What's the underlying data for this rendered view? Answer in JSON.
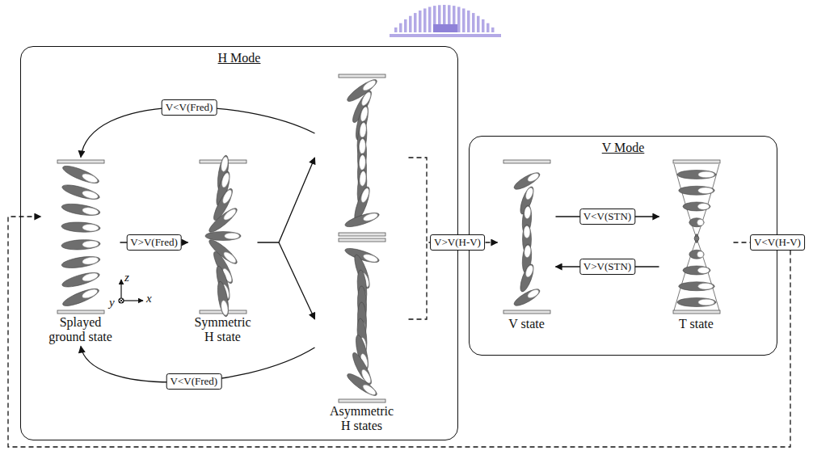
{
  "diagram": {
    "nodes": [
      {
        "text": [
          "H Mode"
        ]
      },
      {
        "text": [
          "Splayed ground state"
        ],
        "in": 0
      },
      {
        "text": [
          "Symmetric H state"
        ],
        "in": 0
      },
      {
        "text": [
          "Asymmetric H states"
        ],
        "in": 0
      },
      {
        "text": [
          "V Mode"
        ]
      },
      {
        "text": [
          "V state"
        ],
        "in": 4
      },
      {
        "text": [
          "T state"
        ],
        "in": 4
      }
    ],
    "edges": [
      {
        "from": 1,
        "to": 2,
        "arrow": "to",
        "label": "V>V(Fred)"
      },
      {
        "from": 2,
        "to": 3,
        "arrow": "to"
      },
      {
        "from": 3,
        "to": 1,
        "arrow": "to",
        "label": "V<V(Fred)"
      },
      {
        "from": 3,
        "to": 1,
        "arrow": "to",
        "label": "V<V(Fred)"
      },
      {
        "from": 3,
        "to": 5,
        "arrow": "to",
        "label": "V>V(H-V)"
      },
      {
        "from": 5,
        "to": 6,
        "arrow": "to",
        "label": "V<V(STN)"
      },
      {
        "from": 6,
        "to": 5,
        "arrow": "to",
        "label": "V>V(STN)"
      },
      {
        "from": 6,
        "to": 1,
        "arrow": "to",
        "label": "V<V(H-V)"
      }
    ],
    "labels": [
      "z",
      "y",
      "x"
    ]
  }
}
